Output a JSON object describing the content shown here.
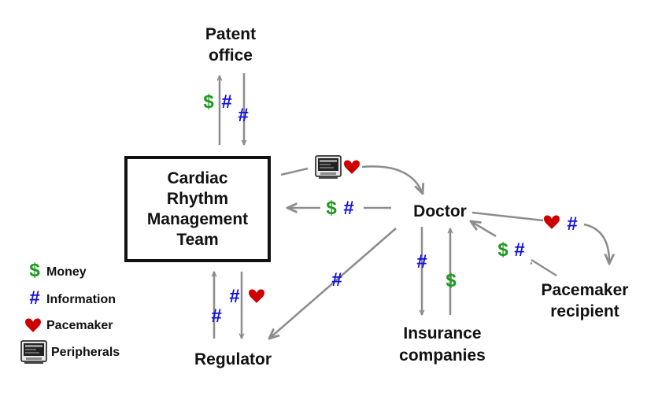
{
  "nodes": {
    "patent_office": {
      "line1": "Patent",
      "line2": "office"
    },
    "team": {
      "line1": "Cardiac",
      "line2": "Rhythm",
      "line3": "Management",
      "line4": "Team"
    },
    "doctor": {
      "label": "Doctor"
    },
    "regulator": {
      "label": "Regulator"
    },
    "insurance": {
      "line1": "Insurance",
      "line2": "companies"
    },
    "recipient": {
      "line1": "Pacemaker",
      "line2": "recipient"
    }
  },
  "symbols": {
    "money": "$",
    "information": "#"
  },
  "legend": {
    "money": "Money",
    "information": "Information",
    "pacemaker": "Pacemaker",
    "peripherals": "Peripherals"
  },
  "colors": {
    "money": "#1a9a1a",
    "information": "#1010e0",
    "pacemaker": "#cc0000",
    "arrow": "#8c8c8c",
    "box": "#111111",
    "text": "#111111"
  },
  "icons": {
    "money": "dollar-sign",
    "information": "hash-sign",
    "pacemaker": "heart-icon",
    "peripherals": "monitor-icon"
  }
}
